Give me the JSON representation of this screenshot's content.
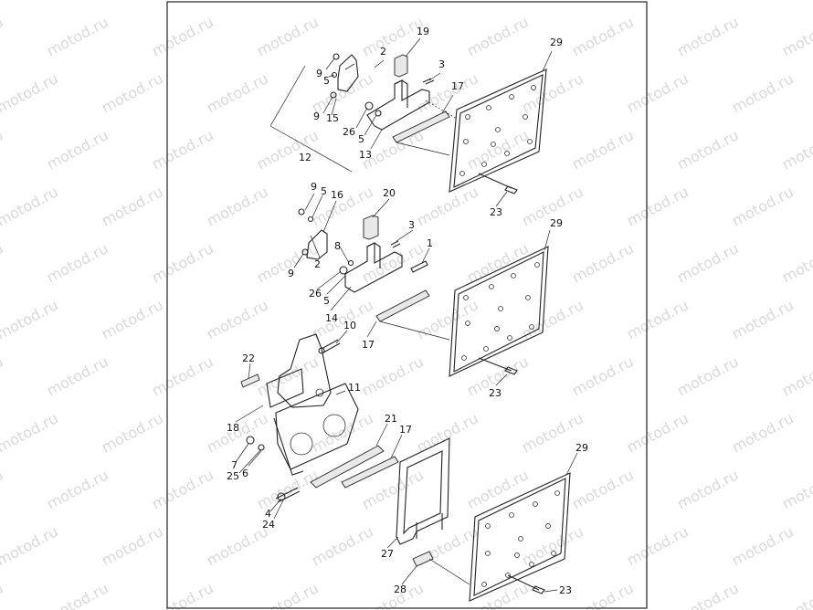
{
  "watermark": "motod.ru",
  "callouts": {
    "c1": "1",
    "c2a": "2",
    "c2b": "2",
    "c3a": "3",
    "c3b": "3",
    "c4": "4",
    "c5a": "5",
    "c5b": "5",
    "c5c": "5",
    "c5d": "5",
    "c6": "6",
    "c7": "7",
    "c8": "8",
    "c9a": "9",
    "c9b": "9",
    "c9c": "9",
    "c9d": "9",
    "c10": "10",
    "c11": "11",
    "c12": "12",
    "c13": "13",
    "c14": "14",
    "c15": "15",
    "c16": "16",
    "c17a": "17",
    "c17b": "17",
    "c17c": "17",
    "c18": "18",
    "c19": "19",
    "c20": "20",
    "c21": "21",
    "c22": "22",
    "c23a": "23",
    "c23b": "23",
    "c23c": "23",
    "c24": "24",
    "c25": "25",
    "c26a": "26",
    "c26b": "26",
    "c27": "27",
    "c28": "28",
    "c29a": "29",
    "c29b": "29",
    "c29c": "29"
  }
}
